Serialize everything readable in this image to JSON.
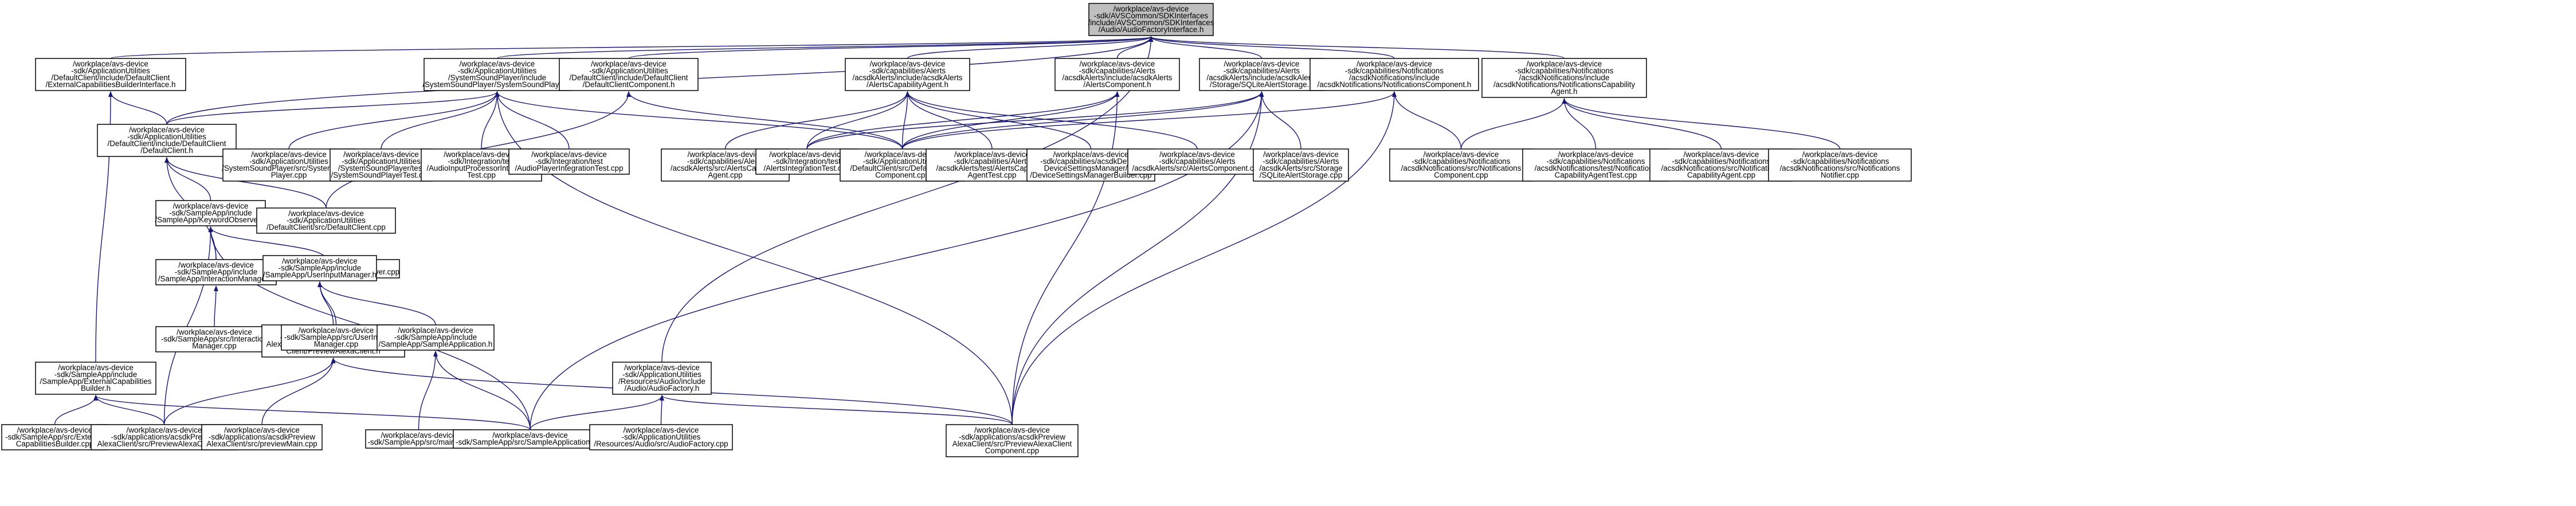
{
  "nodes": [
    {
      "id": "root",
      "lines": [
        "/workplace/avs-device",
        "-sdk/AVSCommon/SDKInterfaces",
        "/include/AVSCommon/SDKInterfaces",
        "/Audio/AudioFactoryInterface.h"
      ]
    },
    {
      "id": "ecbi",
      "lines": [
        "/workplace/avs-device",
        "-sdk/ApplicationUtilities",
        "/DefaultClient/include/DefaultClient",
        "/ExternalCapabilitiesBuilderInterface.h"
      ]
    },
    {
      "id": "ssp_h",
      "lines": [
        "/workplace/avs-device",
        "-sdk/ApplicationUtilities",
        "/SystemSoundPlayer/include",
        "/SystemSoundPlayer/SystemSoundPlayer.h"
      ]
    },
    {
      "id": "dcc_h",
      "lines": [
        "/workplace/avs-device",
        "-sdk/ApplicationUtilities",
        "/DefaultClient/include/DefaultClient",
        "/DefaultClientComponent.h"
      ]
    },
    {
      "id": "aca_h",
      "lines": [
        "/workplace/avs-device",
        "-sdk/capabilities/Alerts",
        "/acsdkAlerts/include/acsdkAlerts",
        "/AlertsCapabilityAgent.h"
      ]
    },
    {
      "id": "acomp_h",
      "lines": [
        "/workplace/avs-device",
        "-sdk/capabilities/Alerts",
        "/acsdkAlerts/include/acsdkAlerts",
        "/AlertsComponent.h"
      ]
    },
    {
      "id": "sqlite_h",
      "lines": [
        "/workplace/avs-device",
        "-sdk/capabilities/Alerts",
        "/acsdkAlerts/include/acsdkAlerts",
        "/Storage/SQLiteAlertStorage.h"
      ]
    },
    {
      "id": "ncomp_h",
      "lines": [
        "/workplace/avs-device",
        "-sdk/capabilities/Notifications",
        "/acsdkNotifications/include",
        "/acsdkNotifications/NotificationsComponent.h"
      ]
    },
    {
      "id": "nca_h",
      "lines": [
        "/workplace/avs-device",
        "-sdk/capabilities/Notifications",
        "/acsdkNotifications/include",
        "/acsdkNotifications/NotificationsCapability",
        "Agent.h"
      ]
    },
    {
      "id": "dc_h",
      "lines": [
        "/workplace/avs-device",
        "-sdk/ApplicationUtilities",
        "/DefaultClient/include/DefaultClient",
        "/DefaultClient.h"
      ]
    },
    {
      "id": "ssp_cpp",
      "lines": [
        "/workplace/avs-device",
        "-sdk/ApplicationUtilities",
        "/SystemSoundPlayer/src/SystemSound",
        "Player.cpp"
      ]
    },
    {
      "id": "ssp_test",
      "lines": [
        "/workplace/avs-device",
        "-sdk/ApplicationUtilities",
        "/SystemSoundPlayer/test",
        "/SystemSoundPlayerTest.cpp"
      ]
    },
    {
      "id": "api_test",
      "lines": [
        "/workplace/avs-device",
        "-sdk/Integration/test",
        "/AudioInputProcessorIntegration",
        "Test.cpp"
      ]
    },
    {
      "id": "apl_test",
      "lines": [
        "/workplace/avs-device",
        "-sdk/Integration/test",
        "/AudioPlayerIntegrationTest.cpp"
      ]
    },
    {
      "id": "aca_cpp",
      "lines": [
        "/workplace/avs-device",
        "-sdk/capabilities/Alerts",
        "/acsdkAlerts/src/AlertsCapability",
        "Agent.cpp"
      ]
    },
    {
      "id": "alerts_int",
      "lines": [
        "/workplace/avs-device",
        "-sdk/Integration/test",
        "/AlertsIntegrationTest.cpp"
      ]
    },
    {
      "id": "dcc_cpp",
      "lines": [
        "/workplace/avs-device",
        "-sdk/ApplicationUtilities",
        "/DefaultClient/src/DefaultClient",
        "Component.cpp"
      ]
    },
    {
      "id": "aca_test",
      "lines": [
        "/workplace/avs-device",
        "-sdk/capabilities/Alerts",
        "/acsdkAlerts/test/AlertsCapability",
        "AgentTest.cpp"
      ]
    },
    {
      "id": "dsmb",
      "lines": [
        "/workplace/avs-device",
        "-sdk/capabilities/acsdkDefault",
        "DeviceSettingsManager/src",
        "/DeviceSettingsManagerBuilder.cpp"
      ]
    },
    {
      "id": "acomp_cpp",
      "lines": [
        "/workplace/avs-device",
        "-sdk/capabilities/Alerts",
        "/acsdkAlerts/src/AlertsComponent.cpp"
      ]
    },
    {
      "id": "sqlite_cpp",
      "lines": [
        "/workplace/avs-device",
        "-sdk/capabilities/Alerts",
        "/acsdkAlerts/src/Storage",
        "/SQLiteAlertStorage.cpp"
      ]
    },
    {
      "id": "ncomp_cpp",
      "lines": [
        "/workplace/avs-device",
        "-sdk/capabilities/Notifications",
        "/acsdkNotifications/src/Notifications",
        "Component.cpp"
      ]
    },
    {
      "id": "nca_test",
      "lines": [
        "/workplace/avs-device",
        "-sdk/capabilities/Notifications",
        "/acsdkNotifications/test/Notifications",
        "CapabilityAgentTest.cpp"
      ]
    },
    {
      "id": "nca_cpp",
      "lines": [
        "/workplace/avs-device",
        "-sdk/capabilities/Notifications",
        "/acsdkNotifications/src/Notifications",
        "CapabilityAgent.cpp"
      ]
    },
    {
      "id": "notifier",
      "lines": [
        "/workplace/avs-device",
        "-sdk/capabilities/Notifications",
        "/acsdkNotifications/src/Notifications",
        "Notifier.cpp"
      ]
    },
    {
      "id": "kwo_h",
      "lines": [
        "/workplace/avs-device",
        "-sdk/SampleApp/include",
        "/SampleApp/KeywordObserver.h"
      ]
    },
    {
      "id": "dc_cpp",
      "lines": [
        "/workplace/avs-device",
        "-sdk/ApplicationUtilities",
        "/DefaultClient/src/DefaultClient.cpp"
      ]
    },
    {
      "id": "kwo_cpp",
      "lines": [
        "/workplace/avs-device",
        "-sdk/SampleApp/src/KeywordObserver.cpp"
      ]
    },
    {
      "id": "im_h",
      "lines": [
        "/workplace/avs-device",
        "-sdk/SampleApp/include",
        "/SampleApp/InteractionManager.h"
      ]
    },
    {
      "id": "im_cpp",
      "lines": [
        "/workplace/avs-device",
        "-sdk/SampleApp/src/Interaction",
        "Manager.cpp"
      ]
    },
    {
      "id": "uim_h",
      "lines": [
        "/workplace/avs-device",
        "-sdk/SampleApp/include",
        "/SampleApp/UserInputManager.h"
      ]
    },
    {
      "id": "pac_h",
      "lines": [
        "/workplace/avs-device",
        "-sdk/applications/acsdkPreview",
        "AlexaClient/include/acsdkPreviewAlexa",
        "Client/PreviewAlexaClient.h"
      ]
    },
    {
      "id": "uim_cpp",
      "lines": [
        "/workplace/avs-device",
        "-sdk/SampleApp/src/UserInput",
        "Manager.cpp"
      ]
    },
    {
      "id": "sa_h",
      "lines": [
        "/workplace/avs-device",
        "-sdk/SampleApp/include",
        "/SampleApp/SampleApplication.h"
      ]
    },
    {
      "id": "ecb_h",
      "lines": [
        "/workplace/avs-device",
        "-sdk/SampleApp/include",
        "/SampleApp/ExternalCapabilities",
        "Builder.h"
      ]
    },
    {
      "id": "af_h",
      "lines": [
        "/workplace/avs-device",
        "-sdk/ApplicationUtilities",
        "/Resources/Audio/include",
        "/Audio/AudioFactory.h"
      ]
    },
    {
      "id": "ecb_cpp",
      "lines": [
        "/workplace/avs-device",
        "-sdk/SampleApp/src/External",
        "CapabilitiesBuilder.cpp"
      ]
    },
    {
      "id": "pac_cpp",
      "lines": [
        "/workplace/avs-device",
        "-sdk/applications/acsdkPreview",
        "AlexaClient/src/PreviewAlexaClient.cpp"
      ]
    },
    {
      "id": "pm_cpp",
      "lines": [
        "/workplace/avs-device",
        "-sdk/applications/acsdkPreview",
        "AlexaClient/src/previewMain.cpp"
      ]
    },
    {
      "id": "main_cpp",
      "lines": [
        "/workplace/avs-device",
        "-sdk/SampleApp/src/main.cpp"
      ]
    },
    {
      "id": "sa_cpp",
      "lines": [
        "/workplace/avs-device",
        "-sdk/SampleApp/src/SampleApplication.cpp"
      ]
    },
    {
      "id": "af_cpp",
      "lines": [
        "/workplace/avs-device",
        "-sdk/ApplicationUtilities",
        "/Resources/Audio/src/AudioFactory.cpp"
      ]
    },
    {
      "id": "pacc_cpp",
      "lines": [
        "/workplace/avs-device",
        "-sdk/applications/acsdkPreview",
        "AlexaClient/src/PreviewAlexaClient",
        "Component.cpp"
      ]
    }
  ],
  "edges": [
    [
      "ecbi",
      "root"
    ],
    [
      "ssp_h",
      "root"
    ],
    [
      "dcc_h",
      "root"
    ],
    [
      "aca_h",
      "root"
    ],
    [
      "acomp_h",
      "root"
    ],
    [
      "sqlite_h",
      "root"
    ],
    [
      "ncomp_h",
      "root"
    ],
    [
      "nca_h",
      "root"
    ],
    [
      "dc_h",
      "root"
    ],
    [
      "af_h",
      "root"
    ],
    [
      "dc_h",
      "ecbi"
    ],
    [
      "ecb_h",
      "ecbi"
    ],
    [
      "dc_h",
      "ssp_h"
    ],
    [
      "ssp_cpp",
      "ssp_h"
    ],
    [
      "ssp_test",
      "ssp_h"
    ],
    [
      "api_test",
      "ssp_h"
    ],
    [
      "apl_test",
      "ssp_h"
    ],
    [
      "dcc_cpp",
      "ssp_h"
    ],
    [
      "pacc_cpp",
      "ssp_h"
    ],
    [
      "dc_cpp",
      "dcc_h"
    ],
    [
      "dcc_cpp",
      "dcc_h"
    ],
    [
      "aca_cpp",
      "aca_h"
    ],
    [
      "alerts_int",
      "aca_h"
    ],
    [
      "dcc_cpp",
      "aca_h"
    ],
    [
      "aca_test",
      "aca_h"
    ],
    [
      "dsmb",
      "aca_h"
    ],
    [
      "acomp_cpp",
      "aca_h"
    ],
    [
      "alerts_int",
      "acomp_h"
    ],
    [
      "dcc_cpp",
      "acomp_h"
    ],
    [
      "pacc_cpp",
      "acomp_h"
    ],
    [
      "alerts_int",
      "sqlite_h"
    ],
    [
      "dcc_cpp",
      "sqlite_h"
    ],
    [
      "sqlite_cpp",
      "sqlite_h"
    ],
    [
      "pacc_cpp",
      "sqlite_h"
    ],
    [
      "sa_cpp",
      "sqlite_h"
    ],
    [
      "ncomp_cpp",
      "ncomp_h"
    ],
    [
      "dcc_cpp",
      "ncomp_h"
    ],
    [
      "pacc_cpp",
      "ncomp_h"
    ],
    [
      "ncomp_cpp",
      "nca_h"
    ],
    [
      "nca_test",
      "nca_h"
    ],
    [
      "nca_cpp",
      "nca_h"
    ],
    [
      "notifier",
      "nca_h"
    ],
    [
      "kwo_h",
      "dc_h"
    ],
    [
      "im_h",
      "dc_h"
    ],
    [
      "dc_cpp",
      "dc_h"
    ],
    [
      "kwo_cpp",
      "kwo_h"
    ],
    [
      "im_h",
      "kwo_h"
    ],
    [
      "pac_cpp",
      "kwo_h"
    ],
    [
      "sa_cpp",
      "kwo_h"
    ],
    [
      "im_cpp",
      "im_h"
    ],
    [
      "uim_h",
      "im_h"
    ],
    [
      "pac_h",
      "uim_h"
    ],
    [
      "uim_cpp",
      "uim_h"
    ],
    [
      "sa_h",
      "uim_h"
    ],
    [
      "pac_cpp",
      "pac_h"
    ],
    [
      "pm_cpp",
      "pac_h"
    ],
    [
      "pacc_cpp",
      "pac_h"
    ],
    [
      "main_cpp",
      "sa_h"
    ],
    [
      "sa_cpp",
      "sa_h"
    ],
    [
      "ecb_cpp",
      "ecb_h"
    ],
    [
      "pac_cpp",
      "ecb_h"
    ],
    [
      "sa_cpp",
      "ecb_h"
    ],
    [
      "sa_cpp",
      "af_h"
    ],
    [
      "af_cpp",
      "af_h"
    ],
    [
      "pacc_cpp",
      "af_h"
    ]
  ]
}
